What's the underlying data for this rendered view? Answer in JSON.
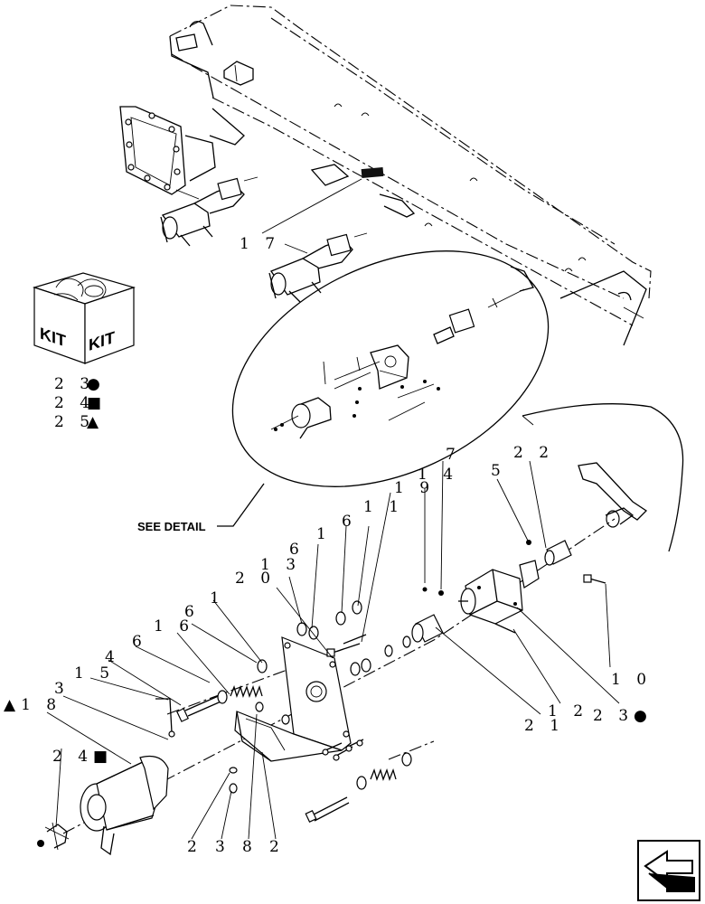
{
  "diagram": {
    "see_detail_label": "SEE DETAIL",
    "kit": {
      "label_left": "KIT",
      "label_right": "KIT",
      "legend": [
        {
          "number": "2 3",
          "symbol": "●"
        },
        {
          "number": "2 4",
          "symbol": "■"
        },
        {
          "number": "2 5",
          "symbol": "▲"
        }
      ]
    },
    "callouts": {
      "c17": "1 7",
      "c7": "7",
      "c14": "1 4",
      "c22": "2 2",
      "c5": "5",
      "c19": "1 9",
      "c11": "1 1",
      "c6a": "6",
      "c1a": "1",
      "c13": "1 3",
      "c20": "2 0",
      "c1b": "1",
      "c6b": "6",
      "c16": "1 6",
      "c6c": "6",
      "c4": "4",
      "c15": "1 5",
      "c3a": "3",
      "c18": "▲1 8",
      "c24": "2 4■",
      "c10": "1 0",
      "c21": "2 1",
      "c12": "1 2",
      "c23": "2 3●",
      "c2a": "2",
      "c3b": "3",
      "c8": "8",
      "c2b": "2"
    },
    "nav_icon": "arrow-left-icon"
  }
}
